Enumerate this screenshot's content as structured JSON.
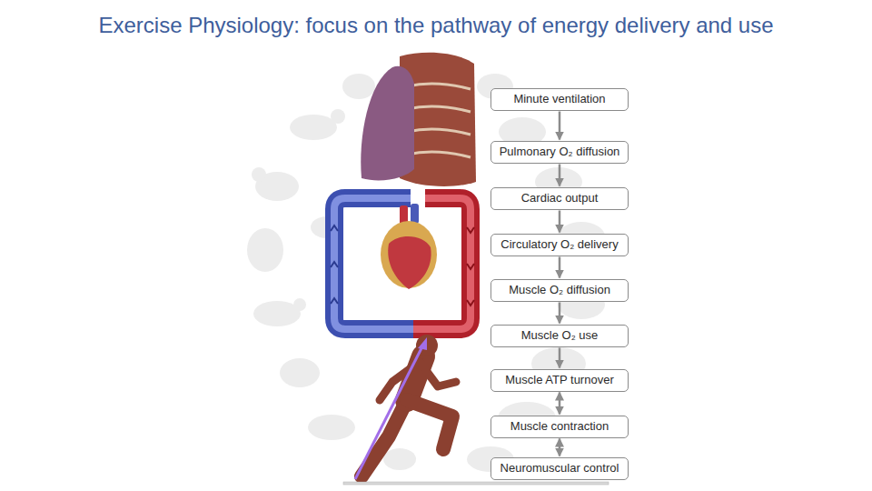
{
  "diagram": {
    "title": "Exercise Physiology: focus on the pathway of energy delivery and use",
    "nodes": [
      {
        "text": [
          "Minute ventilation"
        ]
      },
      {
        "text": [
          "Pulmonary O₂ diffusion"
        ]
      },
      {
        "text": [
          "Cardiac output"
        ]
      },
      {
        "text": [
          "Circulatory O₂ delivery"
        ]
      },
      {
        "text": [
          "Muscle O₂ diffusion"
        ]
      },
      {
        "text": [
          "Muscle O₂ use"
        ]
      },
      {
        "text": [
          "Muscle ATP turnover"
        ]
      },
      {
        "text": [
          "Muscle contraction"
        ]
      },
      {
        "text": [
          "Neuromuscular control"
        ]
      }
    ],
    "edges": [
      {
        "from": 0,
        "to": 1,
        "arrow": "to"
      },
      {
        "from": 1,
        "to": 2,
        "arrow": "to"
      },
      {
        "from": 2,
        "to": 3,
        "arrow": "to"
      },
      {
        "from": 3,
        "to": 4,
        "arrow": "to"
      },
      {
        "from": 4,
        "to": 5,
        "arrow": "to"
      },
      {
        "from": 5,
        "to": 6,
        "arrow": "to"
      },
      {
        "from": 6,
        "to": 7,
        "arrow": "both"
      },
      {
        "from": 7,
        "to": 8,
        "arrow": "both"
      }
    ]
  }
}
